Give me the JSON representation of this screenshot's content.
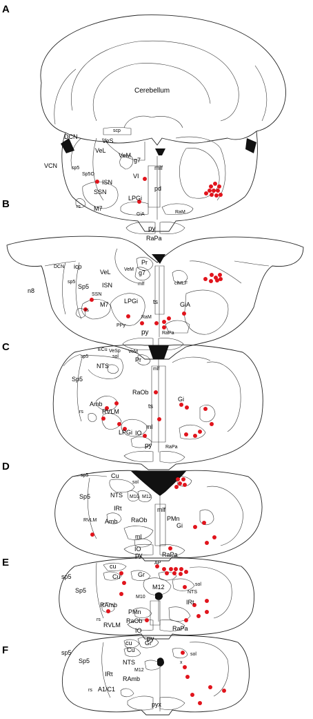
{
  "panels": {
    "A": {
      "letter": "A",
      "labels": [
        "Cerebellum",
        "DCN",
        "VeS",
        "VeL",
        "VeM",
        "scp",
        "VCN",
        "sp5",
        "Sp5O",
        "g7",
        "mlf",
        "VI",
        "pd",
        "ISN",
        "SSN",
        "rs",
        "M7",
        "LPGi",
        "GiA",
        "RaM",
        "py",
        "RaPa"
      ]
    },
    "B": {
      "letter": "B",
      "labels": [
        "DCN",
        "icp",
        "VeL",
        "VeM",
        "Pr",
        "g7",
        "clMLF",
        "n8",
        "mlf",
        "sp5",
        "Sp5",
        "ISN",
        "ts",
        "SSN",
        "rs",
        "M7",
        "LPGi",
        "GiA",
        "RaM",
        "PPy",
        "py",
        "RaPa"
      ]
    },
    "C": {
      "letter": "C",
      "labels": [
        "ECu",
        "VeSp",
        "VeM",
        "sp5",
        "sol",
        "Pr",
        "NTS",
        "Sp5",
        "mlf",
        "RaOb",
        "Amb",
        "Gi",
        "rs",
        "RVLM",
        "ts",
        "ml",
        "IO",
        "LPGi",
        "py",
        "RaPa"
      ]
    },
    "D": {
      "letter": "D",
      "labels": [
        "sp5",
        "Cu",
        "sol",
        "Sp5",
        "NTS",
        "M10",
        "M12",
        "IRt",
        "mlf",
        "PMn",
        "RVLM",
        "Amb",
        "RaOb",
        "Gi",
        "ml",
        "IO",
        "py",
        "RaPa"
      ]
    },
    "E": {
      "letter": "E",
      "labels": [
        "cu",
        "AP",
        "sp5",
        "Cu",
        "Gr",
        "sol",
        "NTS",
        "Sp5",
        "M10",
        "M12",
        "IRt",
        "RAmb",
        "PMn",
        "RaOb",
        "rs",
        "RVLM",
        "IO",
        "RaPa",
        "py"
      ]
    },
    "F": {
      "letter": "F",
      "labels": [
        "cu",
        "Gr",
        "sp5",
        "Cu",
        "sol",
        "Sp5",
        "NTS",
        "x",
        "M12",
        "IRt",
        "RAmb",
        "rs",
        "A1/C1",
        "pyx"
      ]
    }
  },
  "colors": {
    "marker": "#e1141c",
    "line": "#222222",
    "fill_black": "#111111"
  }
}
